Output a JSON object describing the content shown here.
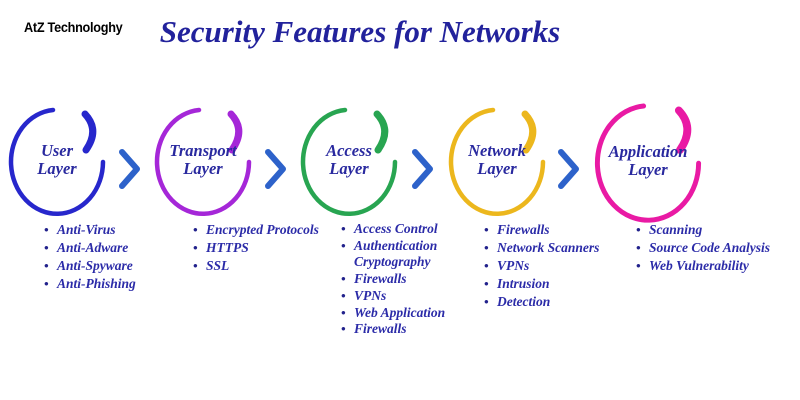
{
  "brand": "AtZ Technologhy",
  "title": "Security Features for Networks",
  "colors": {
    "title_text": "#22229c",
    "list_text": "#2b2ba8",
    "label_text": "#29299f",
    "brand_text": "#000000",
    "chevron": "#2d62ca"
  },
  "layers": [
    {
      "id": "user",
      "line1": "User",
      "line2": "Layer",
      "color": "#2727cc",
      "items": [
        "Anti-Virus",
        "Anti-Adware",
        "Anti-Spyware",
        "Anti-Phishing"
      ]
    },
    {
      "id": "transport",
      "line1": "Transport",
      "line2": "Layer",
      "color": "#a527d8",
      "items": [
        "Encrypted Protocols",
        "HTTPS",
        "SSL"
      ]
    },
    {
      "id": "access",
      "line1": "Access",
      "line2": "Layer",
      "color": "#28a551",
      "items": [
        "Access Control",
        "Authentication Cryptography",
        "Firewalls",
        "VPNs",
        "Web Application",
        "Firewalls"
      ]
    },
    {
      "id": "network",
      "line1": "Network",
      "line2": "Layer",
      "color": "#ecb71d",
      "items": [
        "Firewalls",
        "Network Scanners",
        "VPNs",
        "Intrusion",
        "Detection"
      ]
    },
    {
      "id": "application",
      "line1": "Application",
      "line2": "Layer",
      "color": "#e91aa4",
      "items": [
        "Scanning",
        "Source Code Analysis",
        "Web Vulnerability"
      ]
    }
  ]
}
